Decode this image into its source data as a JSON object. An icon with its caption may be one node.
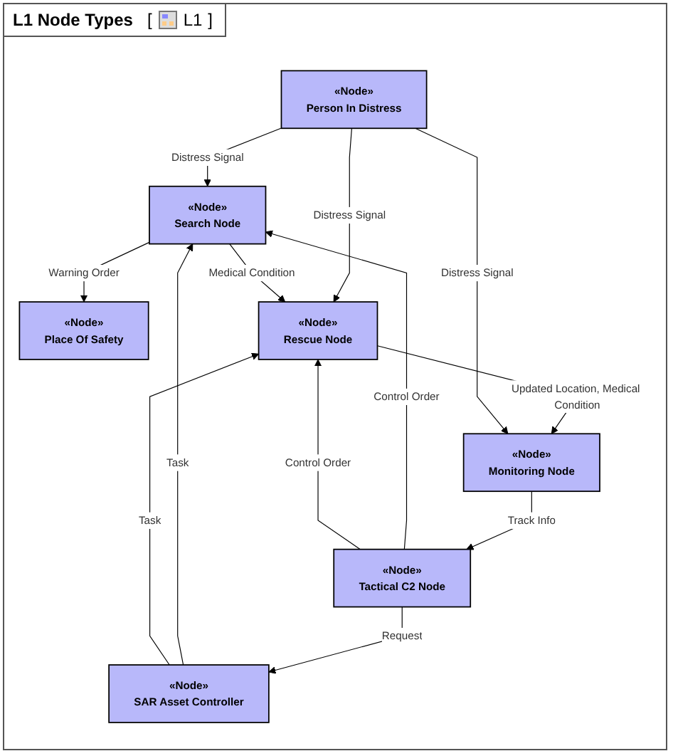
{
  "diagram": {
    "title": "L1 Node Types",
    "nodes": [
      {
        "text": [
          "«Node»",
          "Search Node"
        ]
      },
      {
        "text": [
          "«Node»",
          "Place Of Safety"
        ]
      },
      {
        "text": [
          "«Node»",
          "Rescue Node"
        ]
      },
      {
        "text": [
          "«Node»",
          "Person In Distress"
        ]
      },
      {
        "text": [
          "«Node»",
          "SAR Asset Controller"
        ]
      },
      {
        "text": [
          "«Node»",
          "Monitoring Node"
        ]
      },
      {
        "text": [
          "«Node»",
          "Tactical C2 Node"
        ]
      }
    ],
    "edges": [
      {
        "from": 0,
        "to": 1,
        "arrow": "to",
        "label": "Warning Order"
      },
      {
        "from": 3,
        "to": 0,
        "arrow": "to",
        "label": "Distress Signal"
      },
      {
        "from": 3,
        "to": 2,
        "arrow": "to",
        "label": "Distress Signal"
      },
      {
        "from": 0,
        "to": 2,
        "arrow": "to",
        "label": "Medical Condition"
      },
      {
        "from": 4,
        "to": 0,
        "arrow": "to",
        "label": "Task"
      },
      {
        "from": 4,
        "to": 2,
        "arrow": "to",
        "label": "Task"
      },
      {
        "from": 6,
        "to": 0,
        "arrow": "to",
        "label": "Control Order"
      },
      {
        "from": 6,
        "to": 2,
        "arrow": "to",
        "label": "Control Order"
      },
      {
        "from": 6,
        "to": 4,
        "arrow": "to",
        "label": "Request"
      },
      {
        "from": 5,
        "to": 6,
        "arrow": "to",
        "label": "Track Info"
      },
      {
        "from": 2,
        "to": 5,
        "arrow": "to",
        "label": "Updated Location, Medical Condition"
      },
      {
        "from": 3,
        "to": 5,
        "arrow": "to",
        "label": "Distress Signal"
      }
    ],
    "labels": [
      "[",
      "L1",
      "]"
    ]
  }
}
